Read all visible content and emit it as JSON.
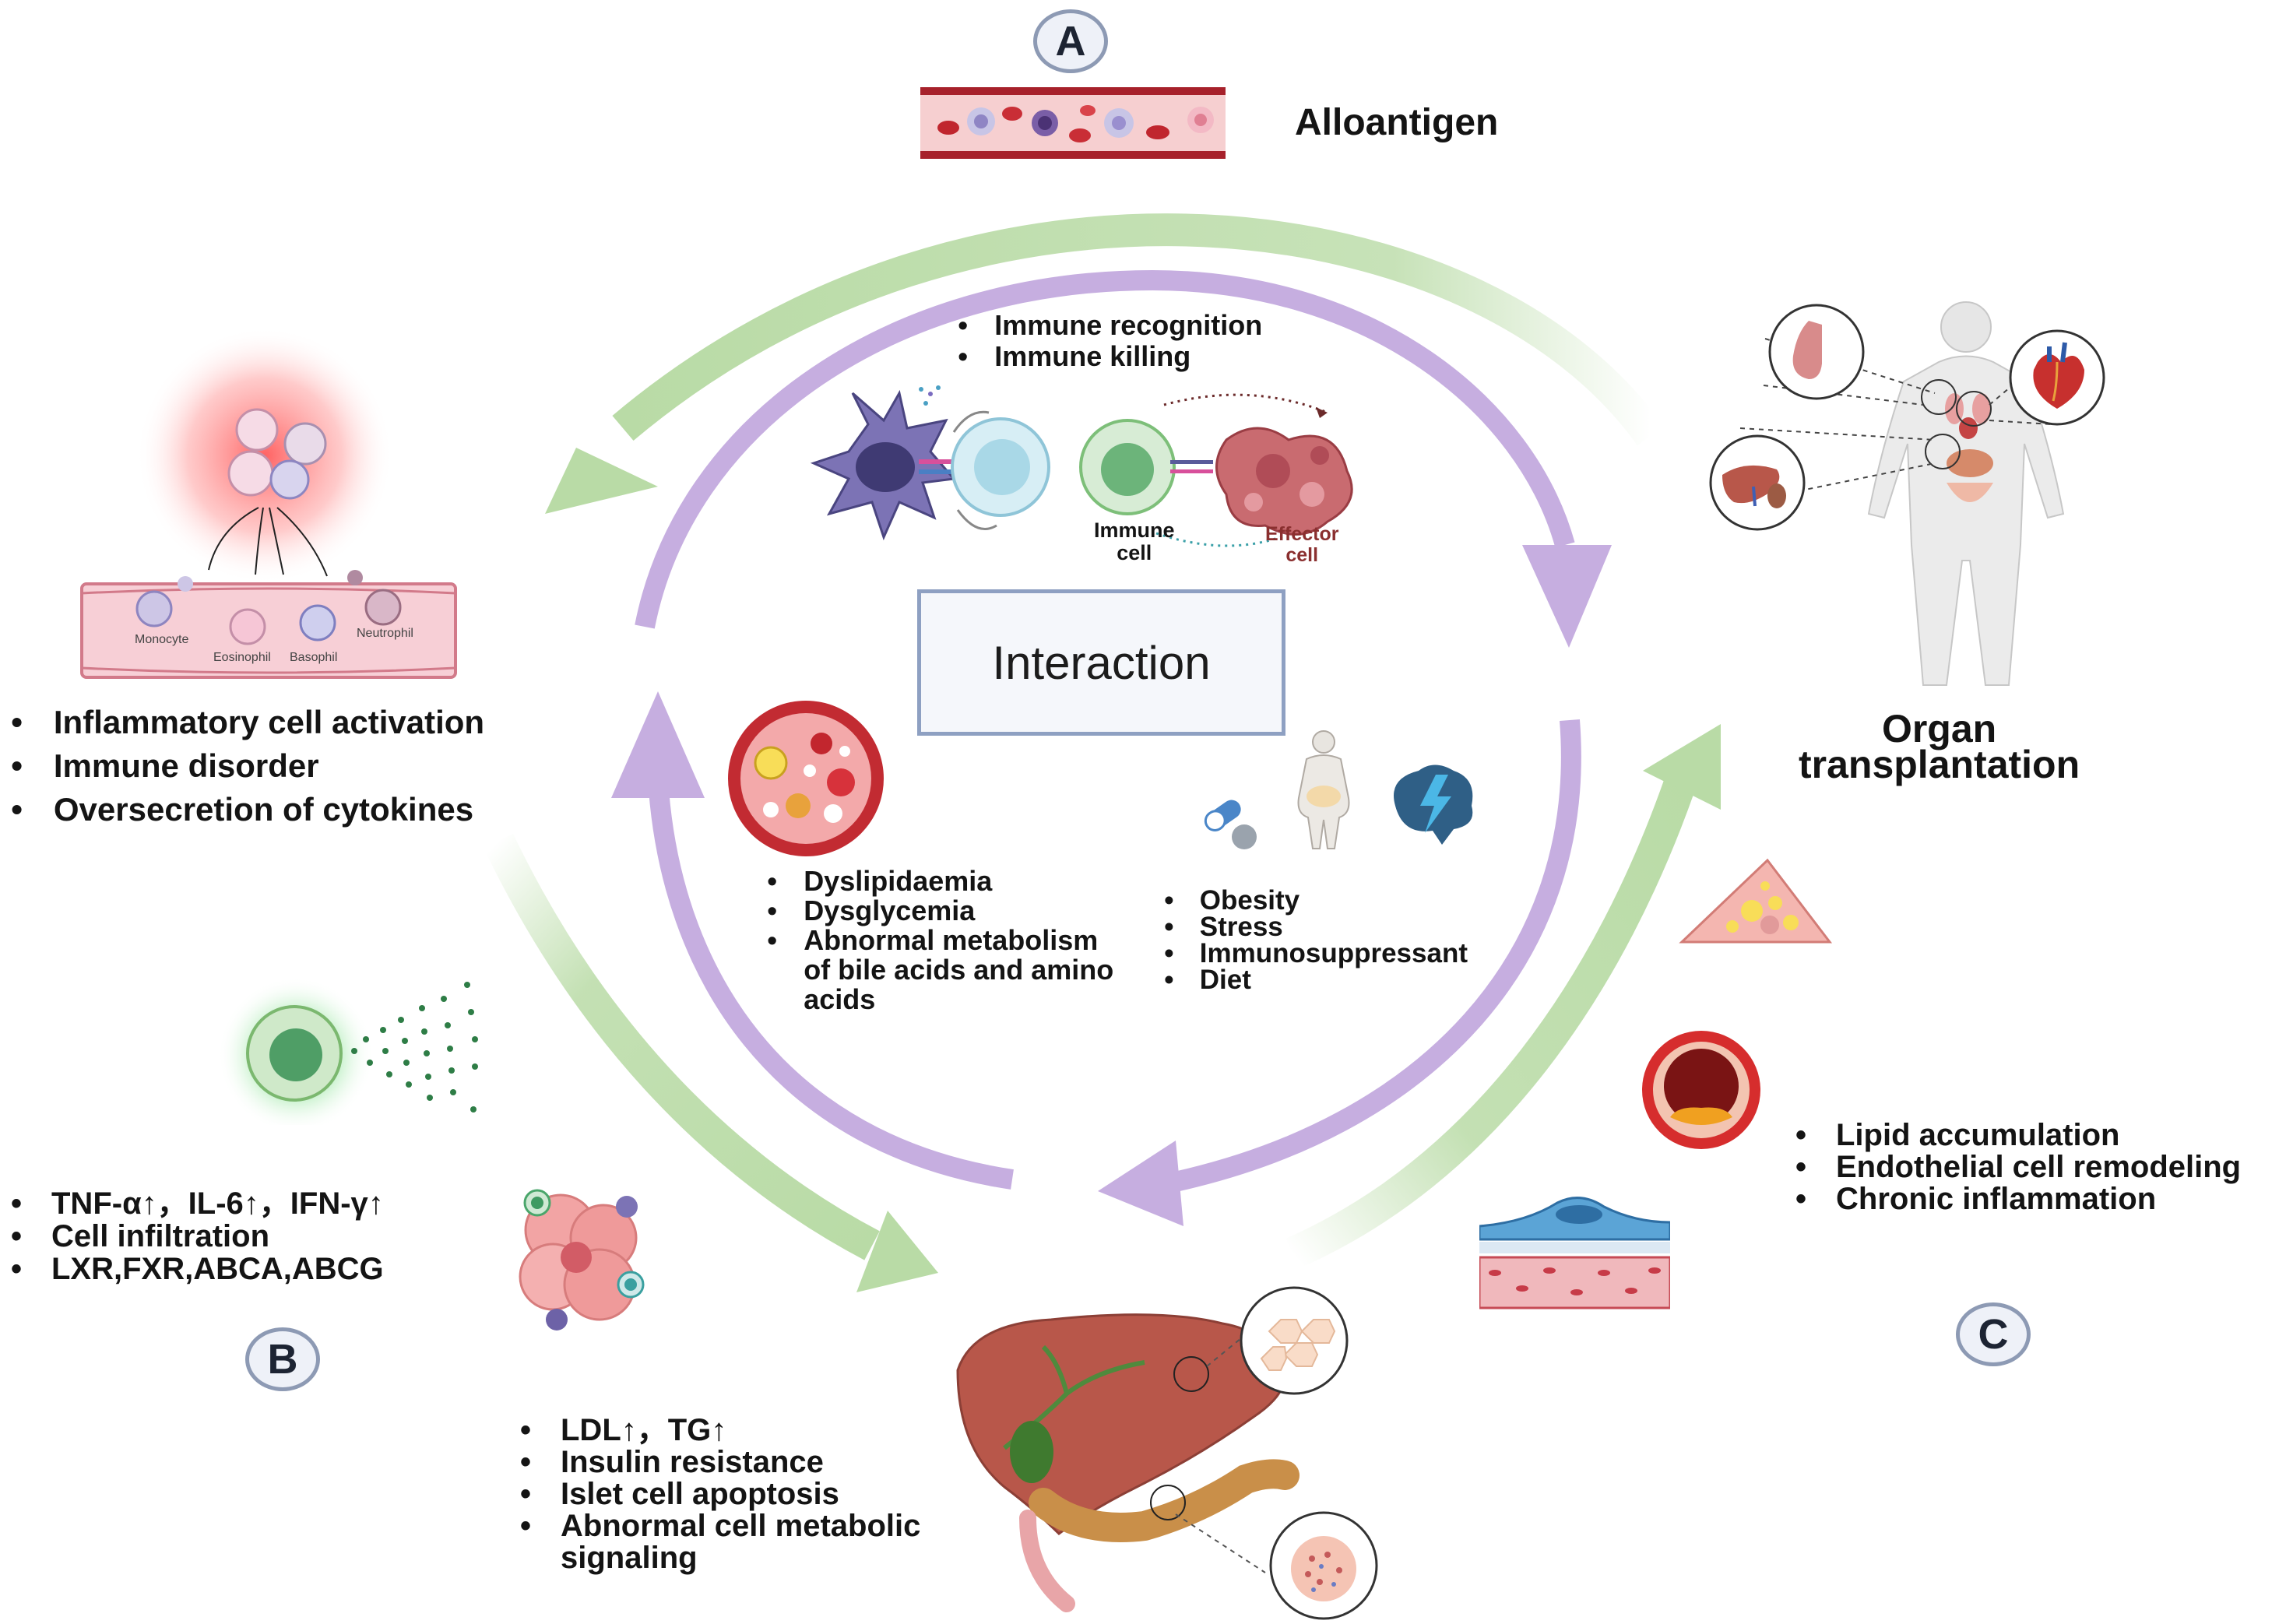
{
  "panels": {
    "a": {
      "badge": "A",
      "title": "Alloantigen"
    },
    "b": {
      "badge": "B"
    },
    "c": {
      "badge": "C"
    }
  },
  "center": {
    "box_label": "Interaction",
    "immune_points": [
      "Immune recognition",
      "Immune killing"
    ],
    "immune_cell_label": "Immune\ncell",
    "effector_cell_label": "Effector\ncell",
    "metabolic_points": [
      "Dyslipidaemia",
      "Dysglycemia",
      "Abnormal metabolism\nof bile acids and amino\nacids"
    ],
    "risk_points": [
      "Obesity",
      "Stress",
      "Immunosuppressant",
      "Diet"
    ]
  },
  "left_top": {
    "cell_labels": [
      "Monocyte",
      "Eosinophil",
      "Basophil",
      "Neutrophil"
    ],
    "points": [
      "Inflammatory cell activation",
      "Immune disorder",
      "Oversecretion of cytokines"
    ]
  },
  "left_bottom": {
    "points": [
      "TNF-α↑，IL-6↑，IFN-γ↑",
      "Cell infiltration",
      "LXR,FXR,ABCA,ABCG"
    ]
  },
  "bottom": {
    "points": [
      "LDL↑，TG↑",
      "Insulin resistance",
      "Islet cell apoptosis",
      "Abnormal cell metabolic\nsignaling"
    ]
  },
  "right": {
    "title": "Organ\ntransplantation",
    "points": [
      "Lipid accumulation",
      "Endothelial cell remodeling",
      "Chronic inflammation"
    ]
  },
  "colors": {
    "green_arrow": "#b9dba6",
    "purple_arrow": "#c6aee0",
    "badge_border": "#8d9ab4",
    "box_border": "#8ea0c2"
  },
  "icons": [
    "blood-vessel-icon",
    "antigen-presenting-cell-icon",
    "t-cell-icon",
    "effector-cell-icon",
    "inflamed-vessel-icon",
    "human-body-icon",
    "lung-icon",
    "heart-icon",
    "liver-kidney-icon",
    "blood-vessel-cross-section-icon",
    "pills-icon",
    "obese-body-icon",
    "brain-stress-icon",
    "cytokine-release-cell-icon",
    "tumor-cell-cluster-icon",
    "adipocyte-icon",
    "atherosclerotic-vessel-icon",
    "endothelium-icon",
    "liver-pancreas-icon",
    "hepatocyte-zoom-icon",
    "islet-zoom-icon"
  ]
}
